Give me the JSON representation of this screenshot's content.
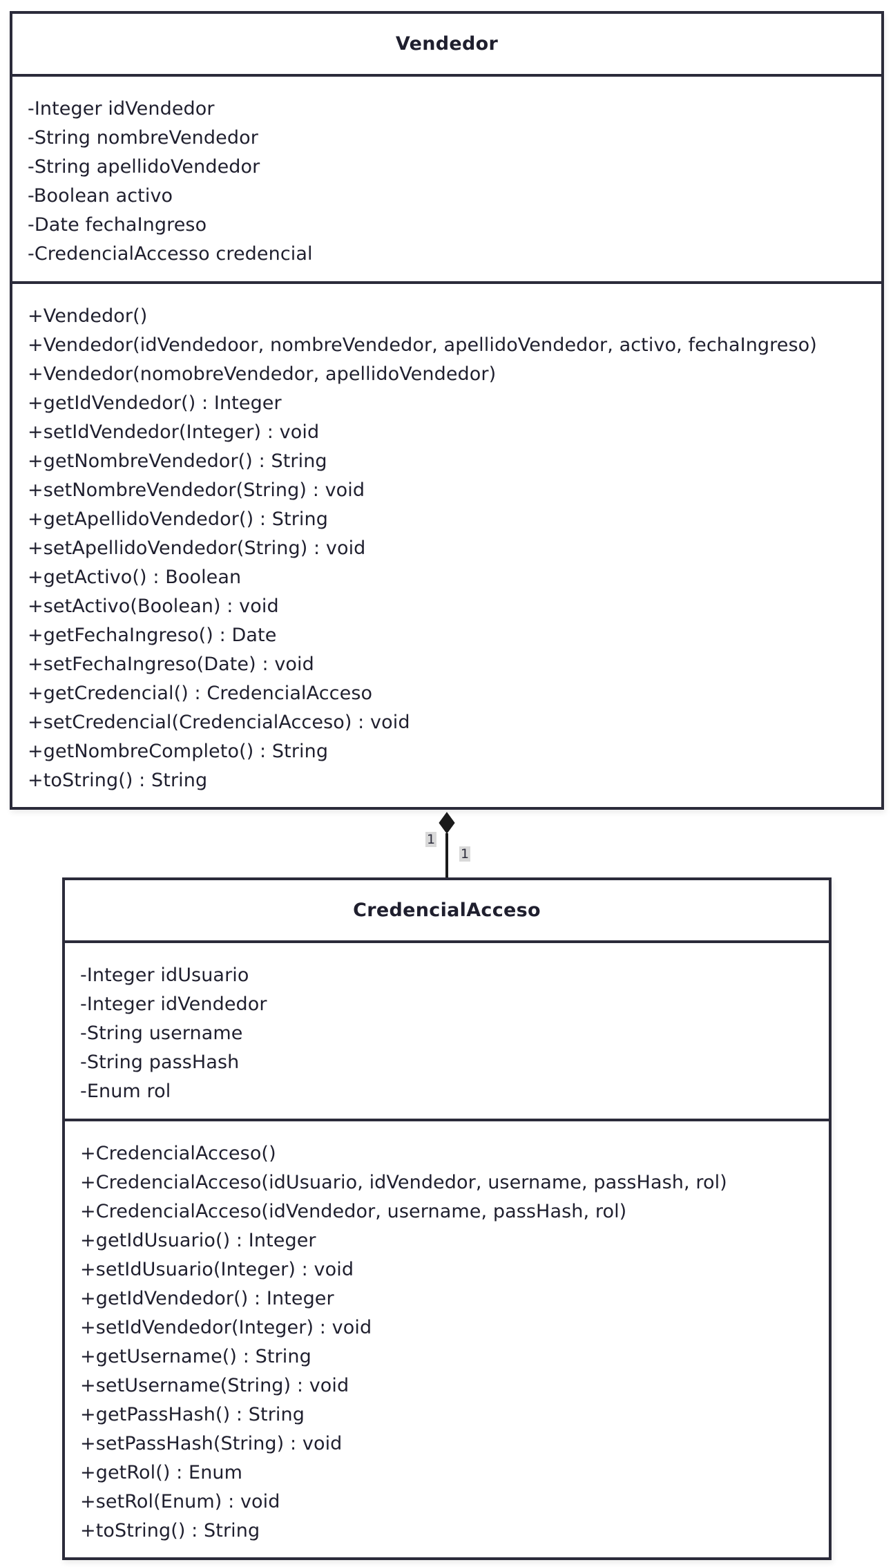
{
  "classes": {
    "vendedor": {
      "name": "Vendedor",
      "attributes": [
        "-Integer idVendedor",
        "-String nombreVendedor",
        "-String apellidoVendedor",
        "-Boolean activo",
        "-Date fechaIngreso",
        "-CredencialAccesso credencial"
      ],
      "methods": [
        "+Vendedor()",
        "+Vendedor(idVendedoor, nombreVendedor, apellidoVendedor, activo, fechaIngreso)",
        "+Vendedor(nomobreVendedor, apellidoVendedor)",
        "+getIdVendedor() : Integer",
        "+setIdVendedor(Integer) : void",
        "+getNombreVendedor() : String",
        "+setNombreVendedor(String) : void",
        "+getApellidoVendedor() : String",
        "+setApellidoVendedor(String) : void",
        "+getActivo() : Boolean",
        "+setActivo(Boolean) : void",
        "+getFechaIngreso() : Date",
        "+setFechaIngreso(Date) : void",
        "+getCredencial() : CredencialAcceso",
        "+setCredencial(CredencialAcceso) : void",
        "+getNombreCompleto() : String",
        "+toString() : String"
      ]
    },
    "credencial": {
      "name": "CredencialAcceso",
      "attributes": [
        "-Integer idUsuario",
        "-Integer idVendedor",
        "-String username",
        "-String passHash",
        "-Enum rol"
      ],
      "methods": [
        "+CredencialAcceso()",
        "+CredencialAcceso(idUsuario, idVendedor, username, passHash, rol)",
        "+CredencialAcceso(idVendedor, username, passHash, rol)",
        "+getIdUsuario() : Integer",
        "+setIdUsuario(Integer) : void",
        "+getIdVendedor() : Integer",
        "+setIdVendedor(Integer) : void",
        "+getUsername() : String",
        "+setUsername(String) : void",
        "+getPassHash() : String",
        "+setPassHash(String) : void",
        "+getRol() : Enum",
        "+setRol(Enum) : void",
        "+toString() : String"
      ]
    }
  },
  "relation": {
    "type": "composition",
    "multiplicity_whole": "1",
    "multiplicity_part": "1"
  },
  "colors": {
    "line": "#2b2b3a",
    "text": "#1f1f2e",
    "multiplicity_bg": "#d9d9d9"
  }
}
